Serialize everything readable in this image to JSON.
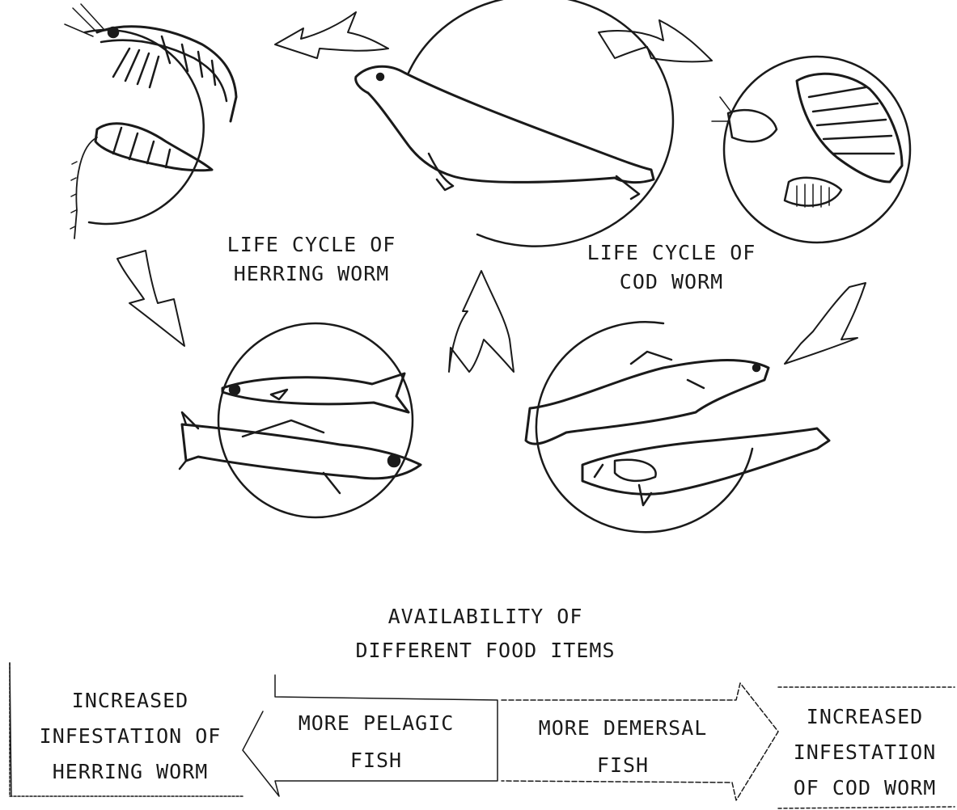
{
  "labels": {
    "herring_cycle": [
      "LIFE CYCLE  OF",
      "HERRING WORM"
    ],
    "cod_cycle": [
      "LIFE CYCLE OF",
      "COD  WORM"
    ],
    "availability": [
      "AVAILABILITY  OF",
      "DIFFERENT FOOD ITEMS"
    ],
    "increased_herring": [
      "INCREASED",
      "INFESTATION OF",
      "HERRING WORM"
    ],
    "more_pelagic": [
      "MORE PELAGIC",
      "FISH"
    ],
    "more_demersal": [
      "MORE DEMERSAL",
      "FISH"
    ],
    "increased_cod": [
      "INCREASED",
      "INFESTATION",
      "OF COD WORM"
    ]
  },
  "icons": {
    "krill": "krill-crustacean-icon",
    "seal": "seal-icon",
    "isopod": "isopod-crustacean-icon",
    "pelagic_fish": "pelagic-fish-icon",
    "demersal_fish": "demersal-fish-icon"
  },
  "colors": {
    "ink": "#1a1a1a",
    "paper": "#ffffff"
  }
}
